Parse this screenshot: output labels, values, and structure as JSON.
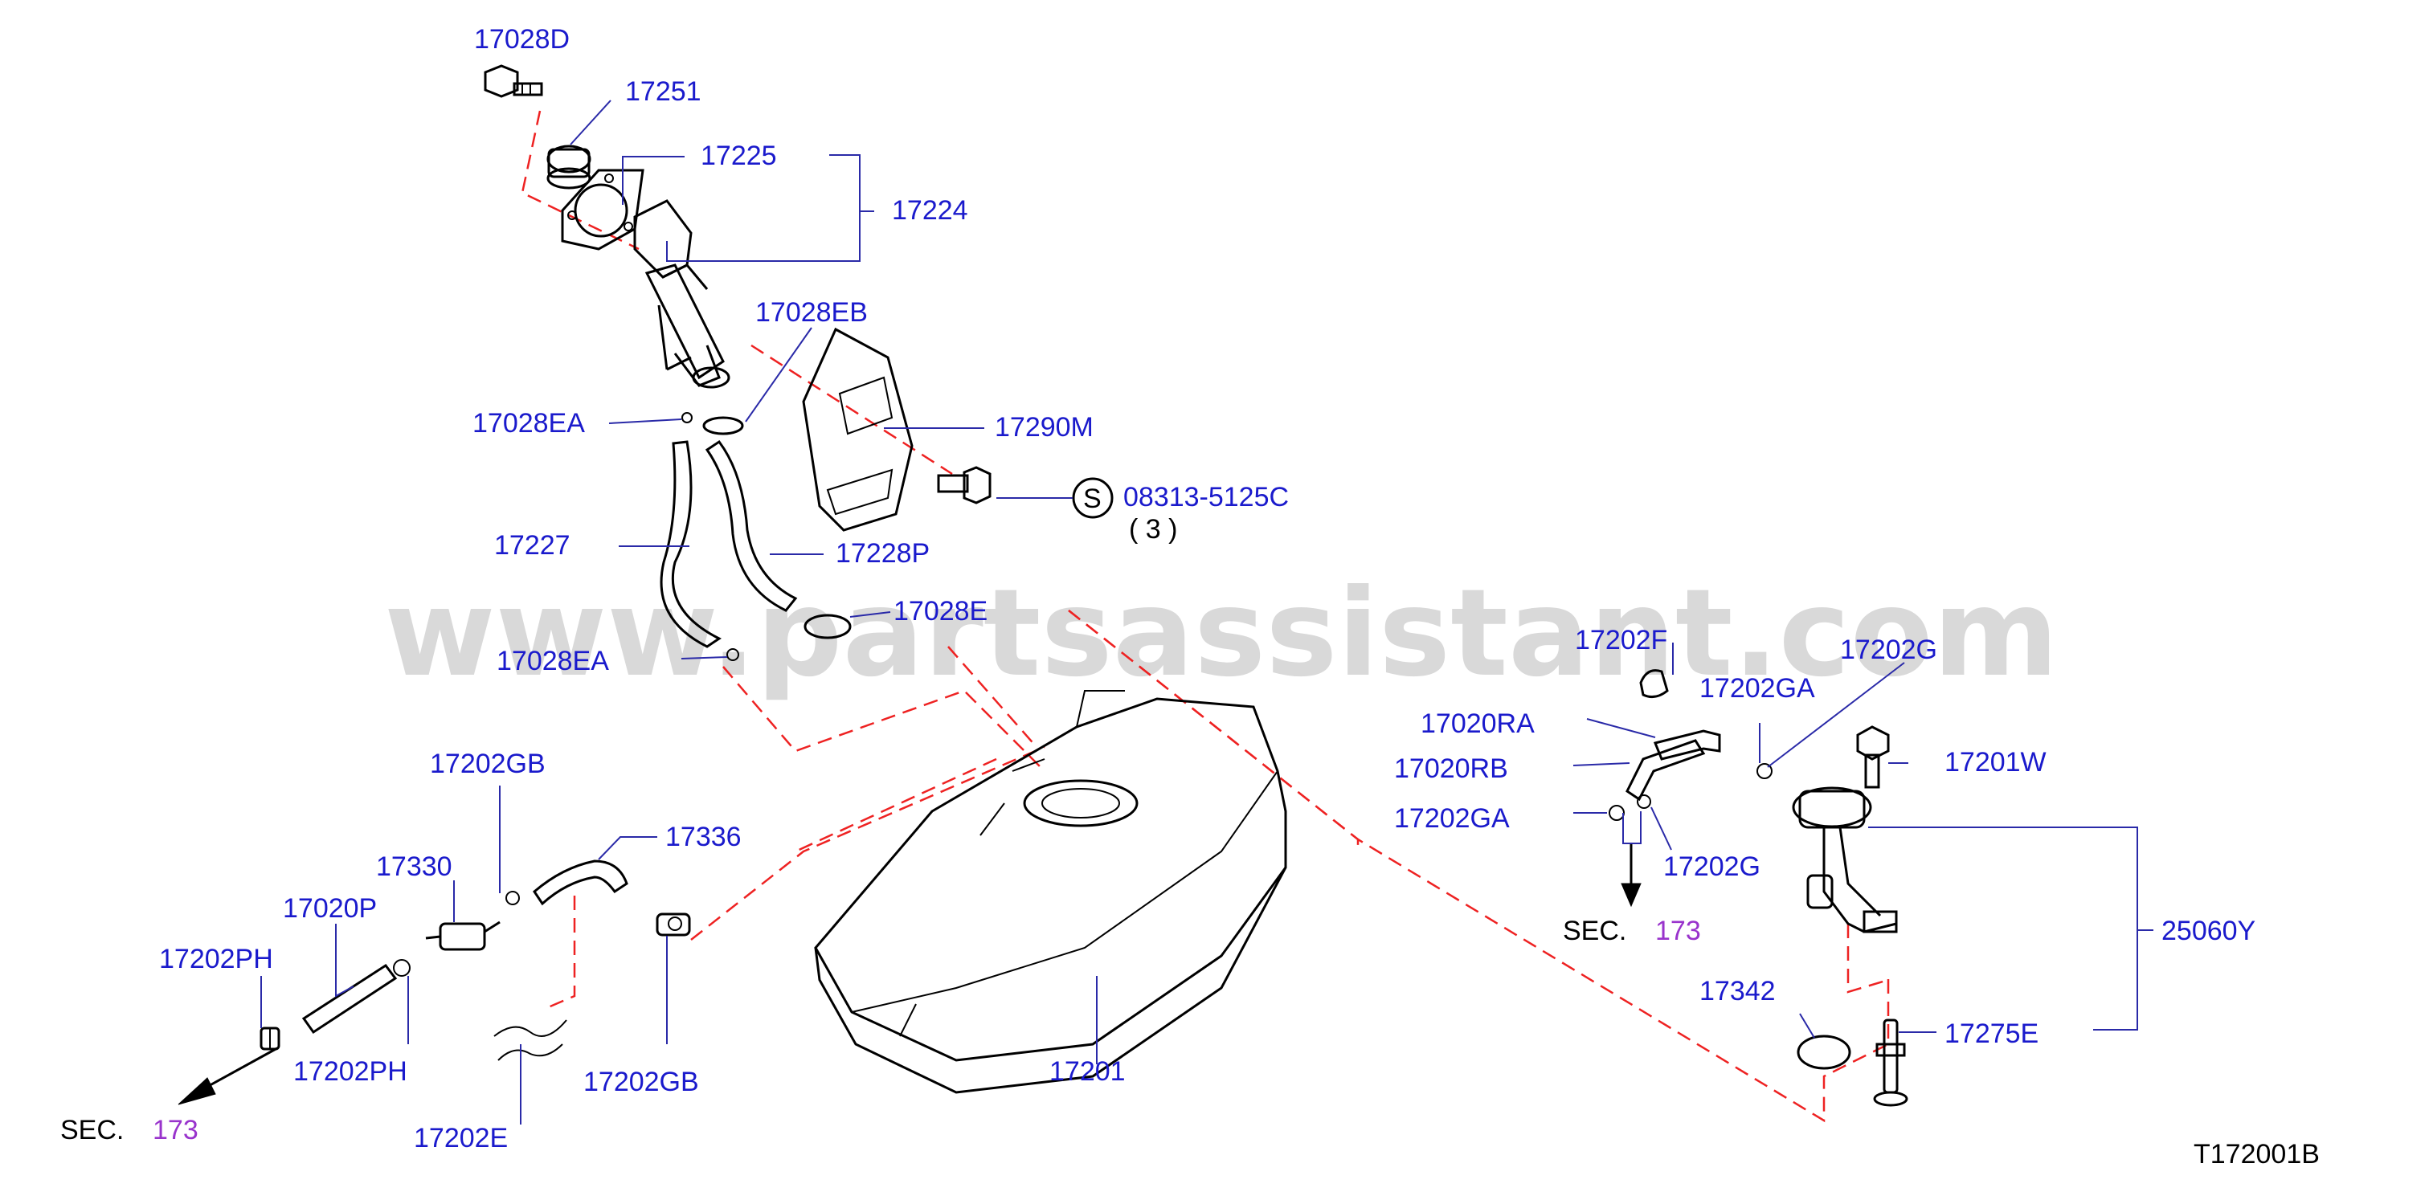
{
  "colors": {
    "label": "#1a1acc",
    "section_number": "#9933cc",
    "section_text": "#000000",
    "leader": "#2a2aa8",
    "dashed_guide": "#ee2222",
    "watermark": "#d9d9d9",
    "line_art": "#000000"
  },
  "watermark": "www.partsassistant.com",
  "diagram_code": "T172001B",
  "labels": {
    "l17028D": "17028D",
    "l17251": "17251",
    "l17225": "17225",
    "l17224": "17224",
    "l17028EB": "17028EB",
    "l17290M": "17290M",
    "l17028EA_1": "17028EA",
    "l08313": "08313-5125C",
    "screw_qty": "(   3   )",
    "screw_symbol": "S",
    "l17227": "17227",
    "l17228P": "17228P",
    "l17028E": "17028E",
    "l17028EA_2": "17028EA",
    "l17202GB_1": "17202GB",
    "l17336": "17336",
    "l17330": "17330",
    "l17020P": "17020P",
    "l17202PH_1": "17202PH",
    "l17202PH_2": "17202PH",
    "l17202GB_2": "17202GB",
    "l17202E": "17202E",
    "l17201": "17201",
    "l17202F": "17202F",
    "l17202G_1": "17202G",
    "l17202GA_1": "17202GA",
    "l17020RA": "17020RA",
    "l17020RB": "17020RB",
    "l17201W": "17201W",
    "l17202GA_2": "17202GA",
    "l17202G_2": "17202G",
    "l25060Y": "25060Y",
    "l17342": "17342",
    "l17275E": "17275E"
  },
  "sections": {
    "left": {
      "prefix": "SEC.",
      "number": "173"
    },
    "right": {
      "prefix": "SEC.",
      "number": "173"
    }
  }
}
